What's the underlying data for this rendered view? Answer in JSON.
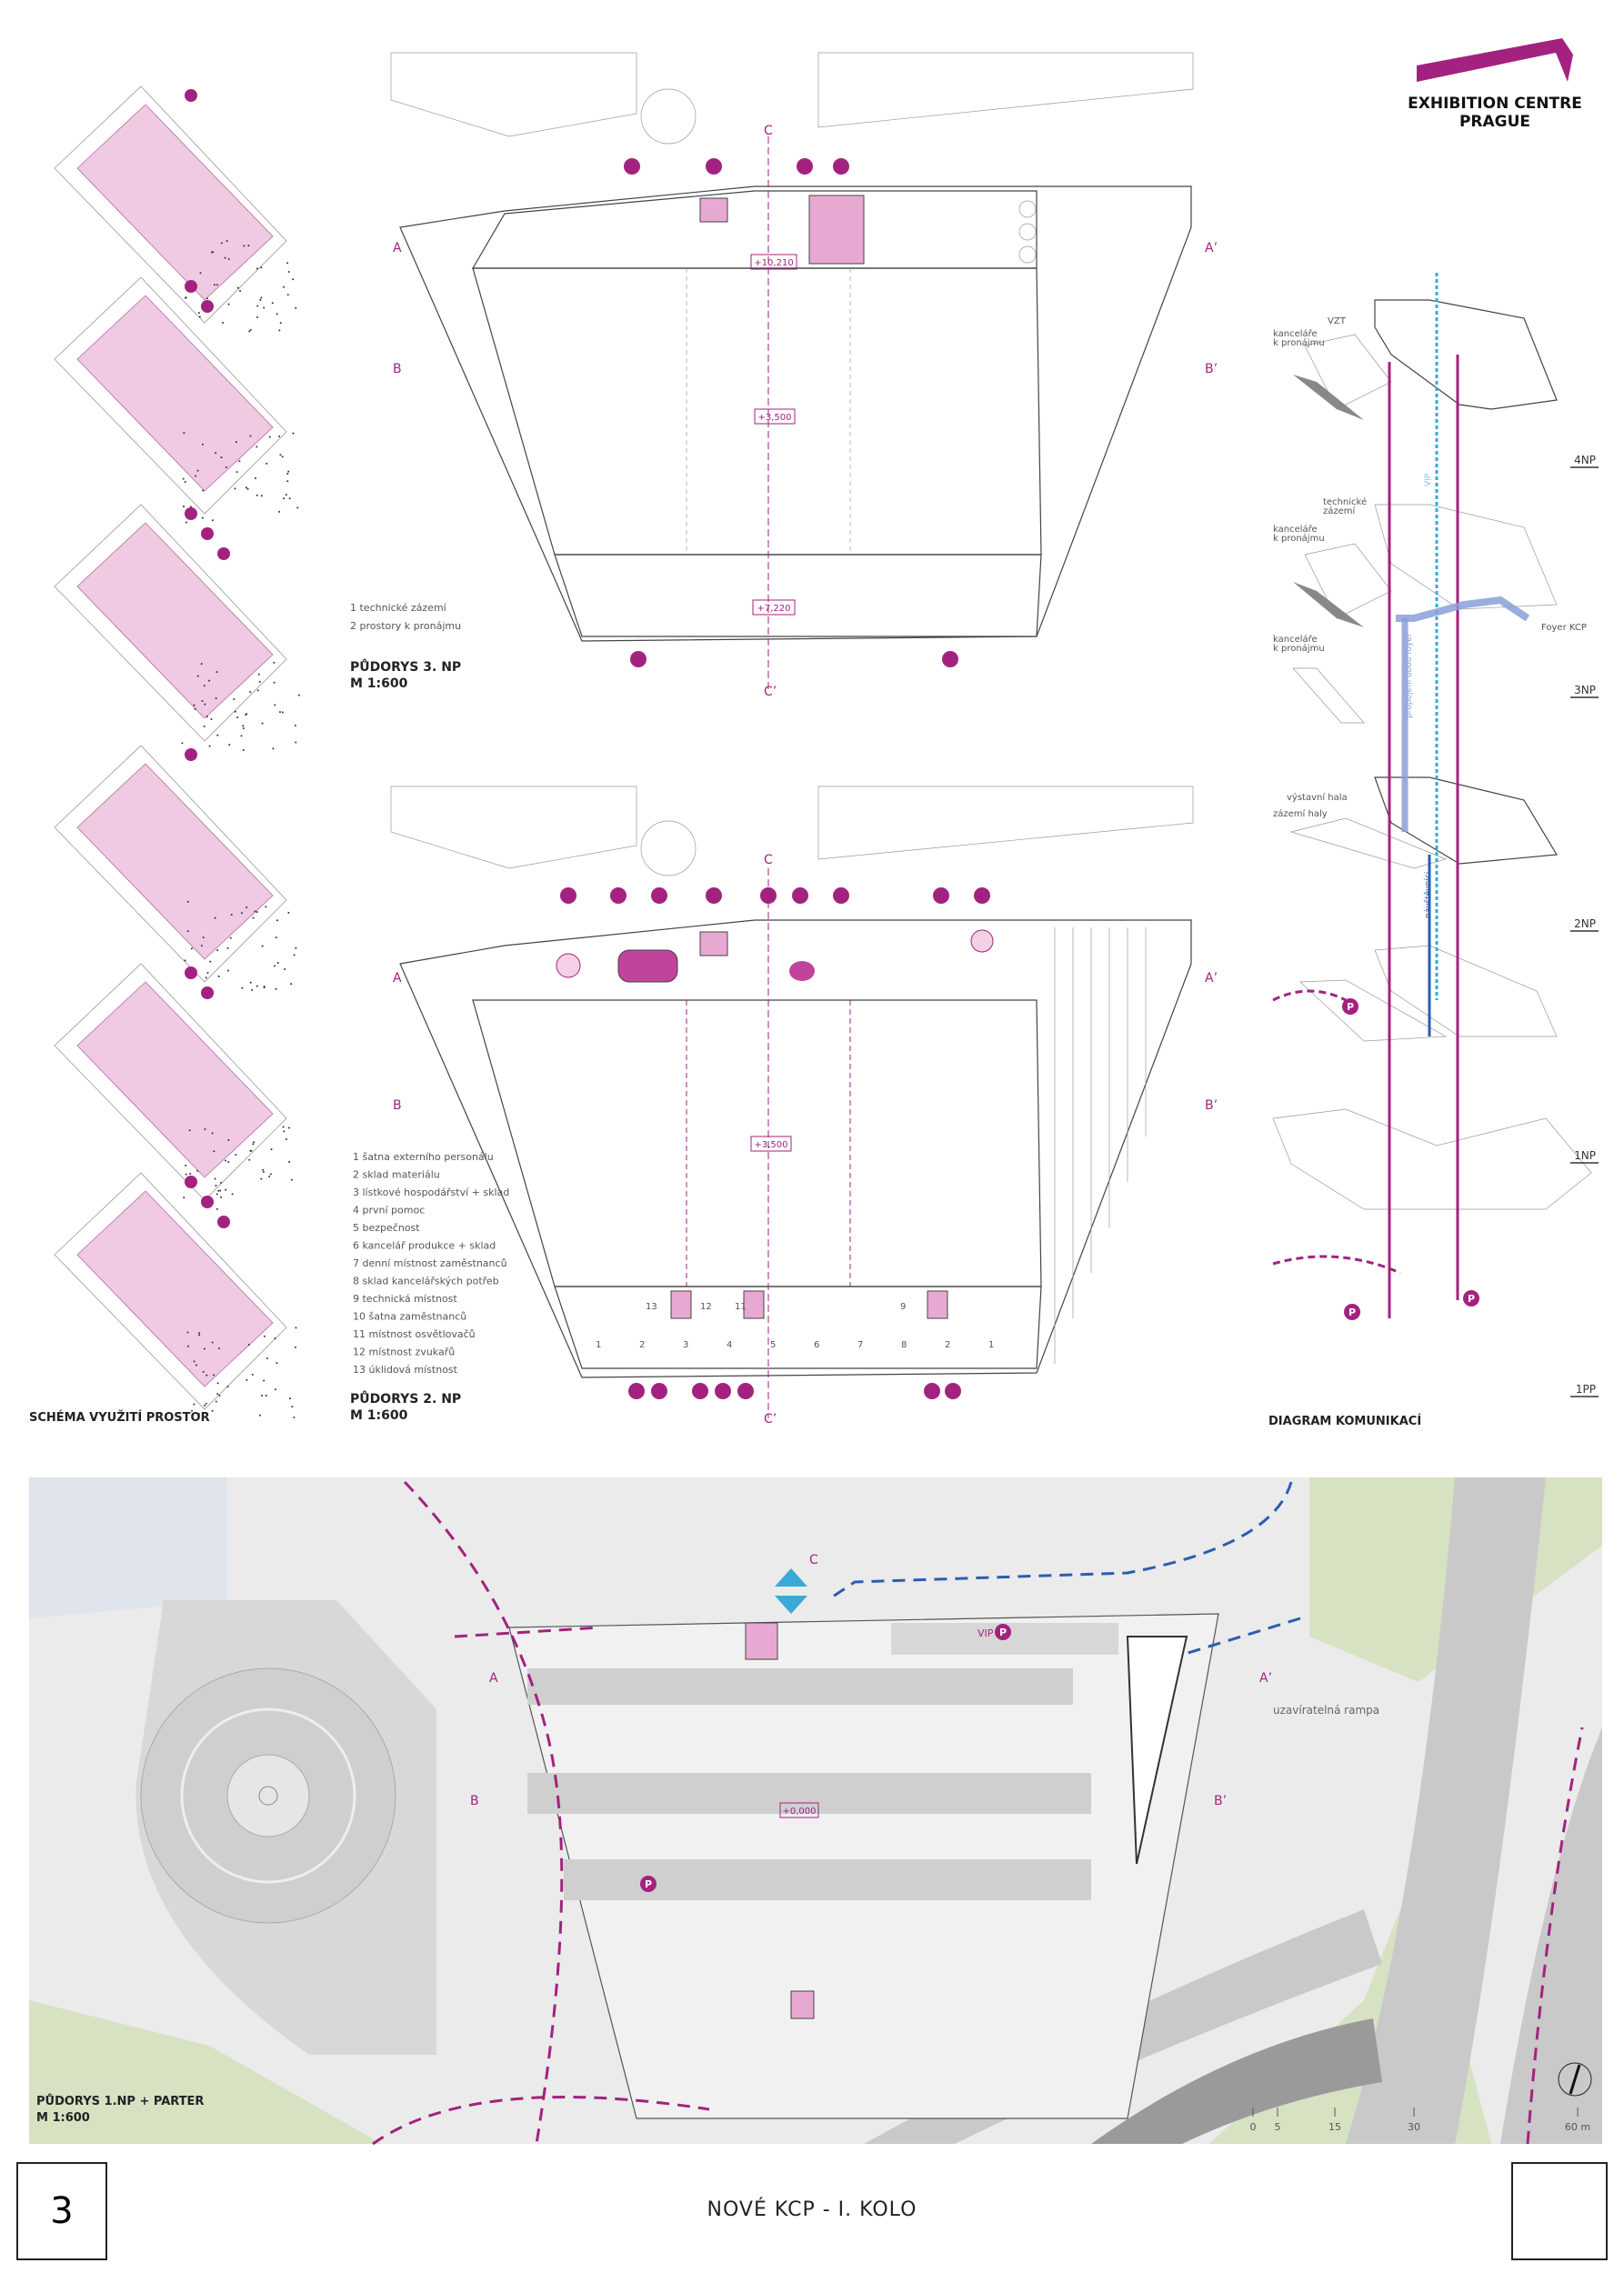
{
  "logo": {
    "line1": "EXHIBITION CENTRE",
    "line2": "PRAGUE"
  },
  "left_column": {
    "caption": "SCHÉMA VYUŽITÍ PROSTOR"
  },
  "sections": {
    "a": "A",
    "a2": "A’",
    "b": "B",
    "b2": "B’",
    "c": "C",
    "c2": "C’"
  },
  "plan_3np": {
    "title": "PŮDORYS 3. NP",
    "scale": "M 1:600",
    "legend": [
      "1  technické zázemí",
      "2  prostory k pronájmu"
    ],
    "levels": {
      "foyer": "+10,210",
      "hall": "+3,500",
      "strip": "+7,220"
    }
  },
  "plan_2np": {
    "title": "PŮDORYS 2. NP",
    "scale": "M 1:600",
    "legend": [
      "1   šatna externího personálu",
      "2   sklad materiálu",
      "3   lístkové hospodářství + sklad",
      "4   první pomoc",
      "5   bezpečnost",
      "6   kancelář produkce + sklad",
      "7   denní místnost zaměstnanců",
      "8   sklad kancelářských potřeb",
      "9   technická místnost",
      "10  šatna zaměstnanců",
      "11  místnost osvětlovačů",
      "12  místnost zvukařů",
      "13  úklidová místnost"
    ],
    "levels": {
      "hall": "+3,500"
    },
    "rooms_bottom": [
      "1",
      "2",
      "3",
      "4",
      "5",
      "6",
      "7",
      "8",
      "2",
      "1"
    ],
    "rooms_top": [
      "13",
      "12",
      "11",
      "9"
    ]
  },
  "diagram": {
    "caption": "DIAGRAM KOMUNIKACÍ",
    "labels": {
      "vzt": "VZT",
      "offices_1": "kanceláře",
      "offices_2": "k pronájmu",
      "tech_1": "technické",
      "tech_2": "zázemí",
      "foyer": "Foyer KCP",
      "hall": "výstavní hala",
      "hall_support": "zázemí haly",
      "vip": "VIP",
      "link": "propojení obou foyer",
      "visitors": "návštěvníci",
      "parking": "P"
    },
    "levels": [
      "4NP",
      "3NP",
      "2NP",
      "1NP",
      "1PP"
    ]
  },
  "ground": {
    "title": "PŮDORYS 1.NP + PARTER",
    "scale": "M 1:600",
    "vip": "VIP",
    "parking": "P",
    "level": "+0,000",
    "ramp": "uzavíratelná rampa",
    "scale_bar": [
      "0",
      "5",
      "15",
      "30",
      "60 m"
    ]
  },
  "footer": {
    "page_number": "3",
    "title": "NOVÉ KCP - I. KOLO"
  },
  "colors": {
    "accent": "#a3227f",
    "blue": "#2a5db0",
    "light_blue": "#3aa8d8",
    "pink_fill": "#e7a9d2"
  }
}
